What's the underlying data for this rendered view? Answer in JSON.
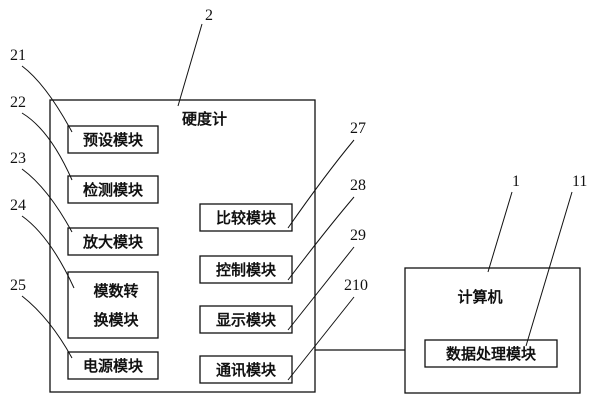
{
  "hardness_tester": {
    "ref": "2",
    "title": "硬度计",
    "modules": {
      "preset": {
        "ref": "21",
        "label": "预设模块"
      },
      "detect": {
        "ref": "22",
        "label": "检测模块"
      },
      "amplify": {
        "ref": "23",
        "label": "放大模块"
      },
      "adc": {
        "ref": "24",
        "label_line1": "模数转",
        "label_line2": "换模块"
      },
      "power": {
        "ref": "25",
        "label": "电源模块"
      },
      "compare": {
        "ref": "27",
        "label": "比较模块"
      },
      "control": {
        "ref": "28",
        "label": "控制模块"
      },
      "display": {
        "ref": "29",
        "label": "显示模块"
      },
      "comm": {
        "ref": "210",
        "label": "通讯模块"
      }
    }
  },
  "computer": {
    "ref": "1",
    "title": "计算机",
    "modules": {
      "data_processing": {
        "ref": "11",
        "label": "数据处理模块"
      }
    }
  },
  "colors": {
    "stroke": "#111111",
    "background": "#ffffff"
  }
}
